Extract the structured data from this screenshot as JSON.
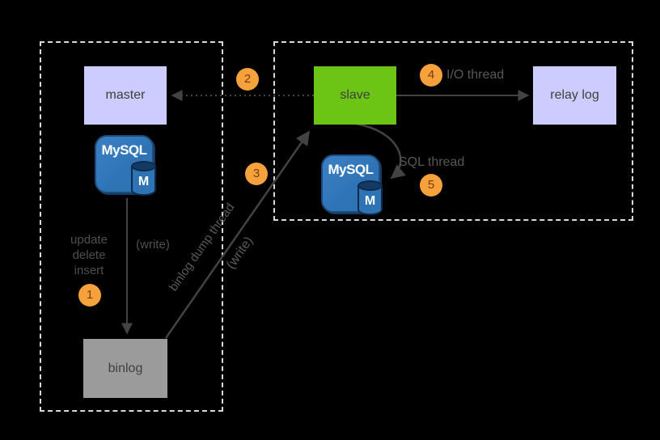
{
  "colors": {
    "background": "#000000",
    "lavender": "#ccccff",
    "green": "#6cc414",
    "gray-node": "#9b9b9b",
    "orange": "#f5a23c",
    "badge-text": "#7e3a12",
    "mysql-blue": "#2e74b5",
    "mysql-navy": "#0d2b4b",
    "line": "#434343",
    "dash-border": "#d9d9d9",
    "label-text": "#575757",
    "node-text": "#3f3f3f"
  },
  "nodes": {
    "master": {
      "label": "master"
    },
    "slave": {
      "label": "slave"
    },
    "relay_log": {
      "label": "relay log"
    },
    "binlog": {
      "label": "binlog"
    }
  },
  "mysql_icon": {
    "brand": "MySQL",
    "letter": "M"
  },
  "labels": {
    "ops_line1": "update",
    "ops_line2": "delete",
    "ops_line3": "insert",
    "write_master": "(write)",
    "binlog_dump_thread": "binlog dump thread",
    "write_dump": "(write)",
    "io_thread": "I/O thread",
    "sql_thread": "SQL thread"
  },
  "badges": {
    "step1": "1",
    "step2": "2",
    "step3": "3",
    "step4": "4",
    "step5": "5"
  }
}
